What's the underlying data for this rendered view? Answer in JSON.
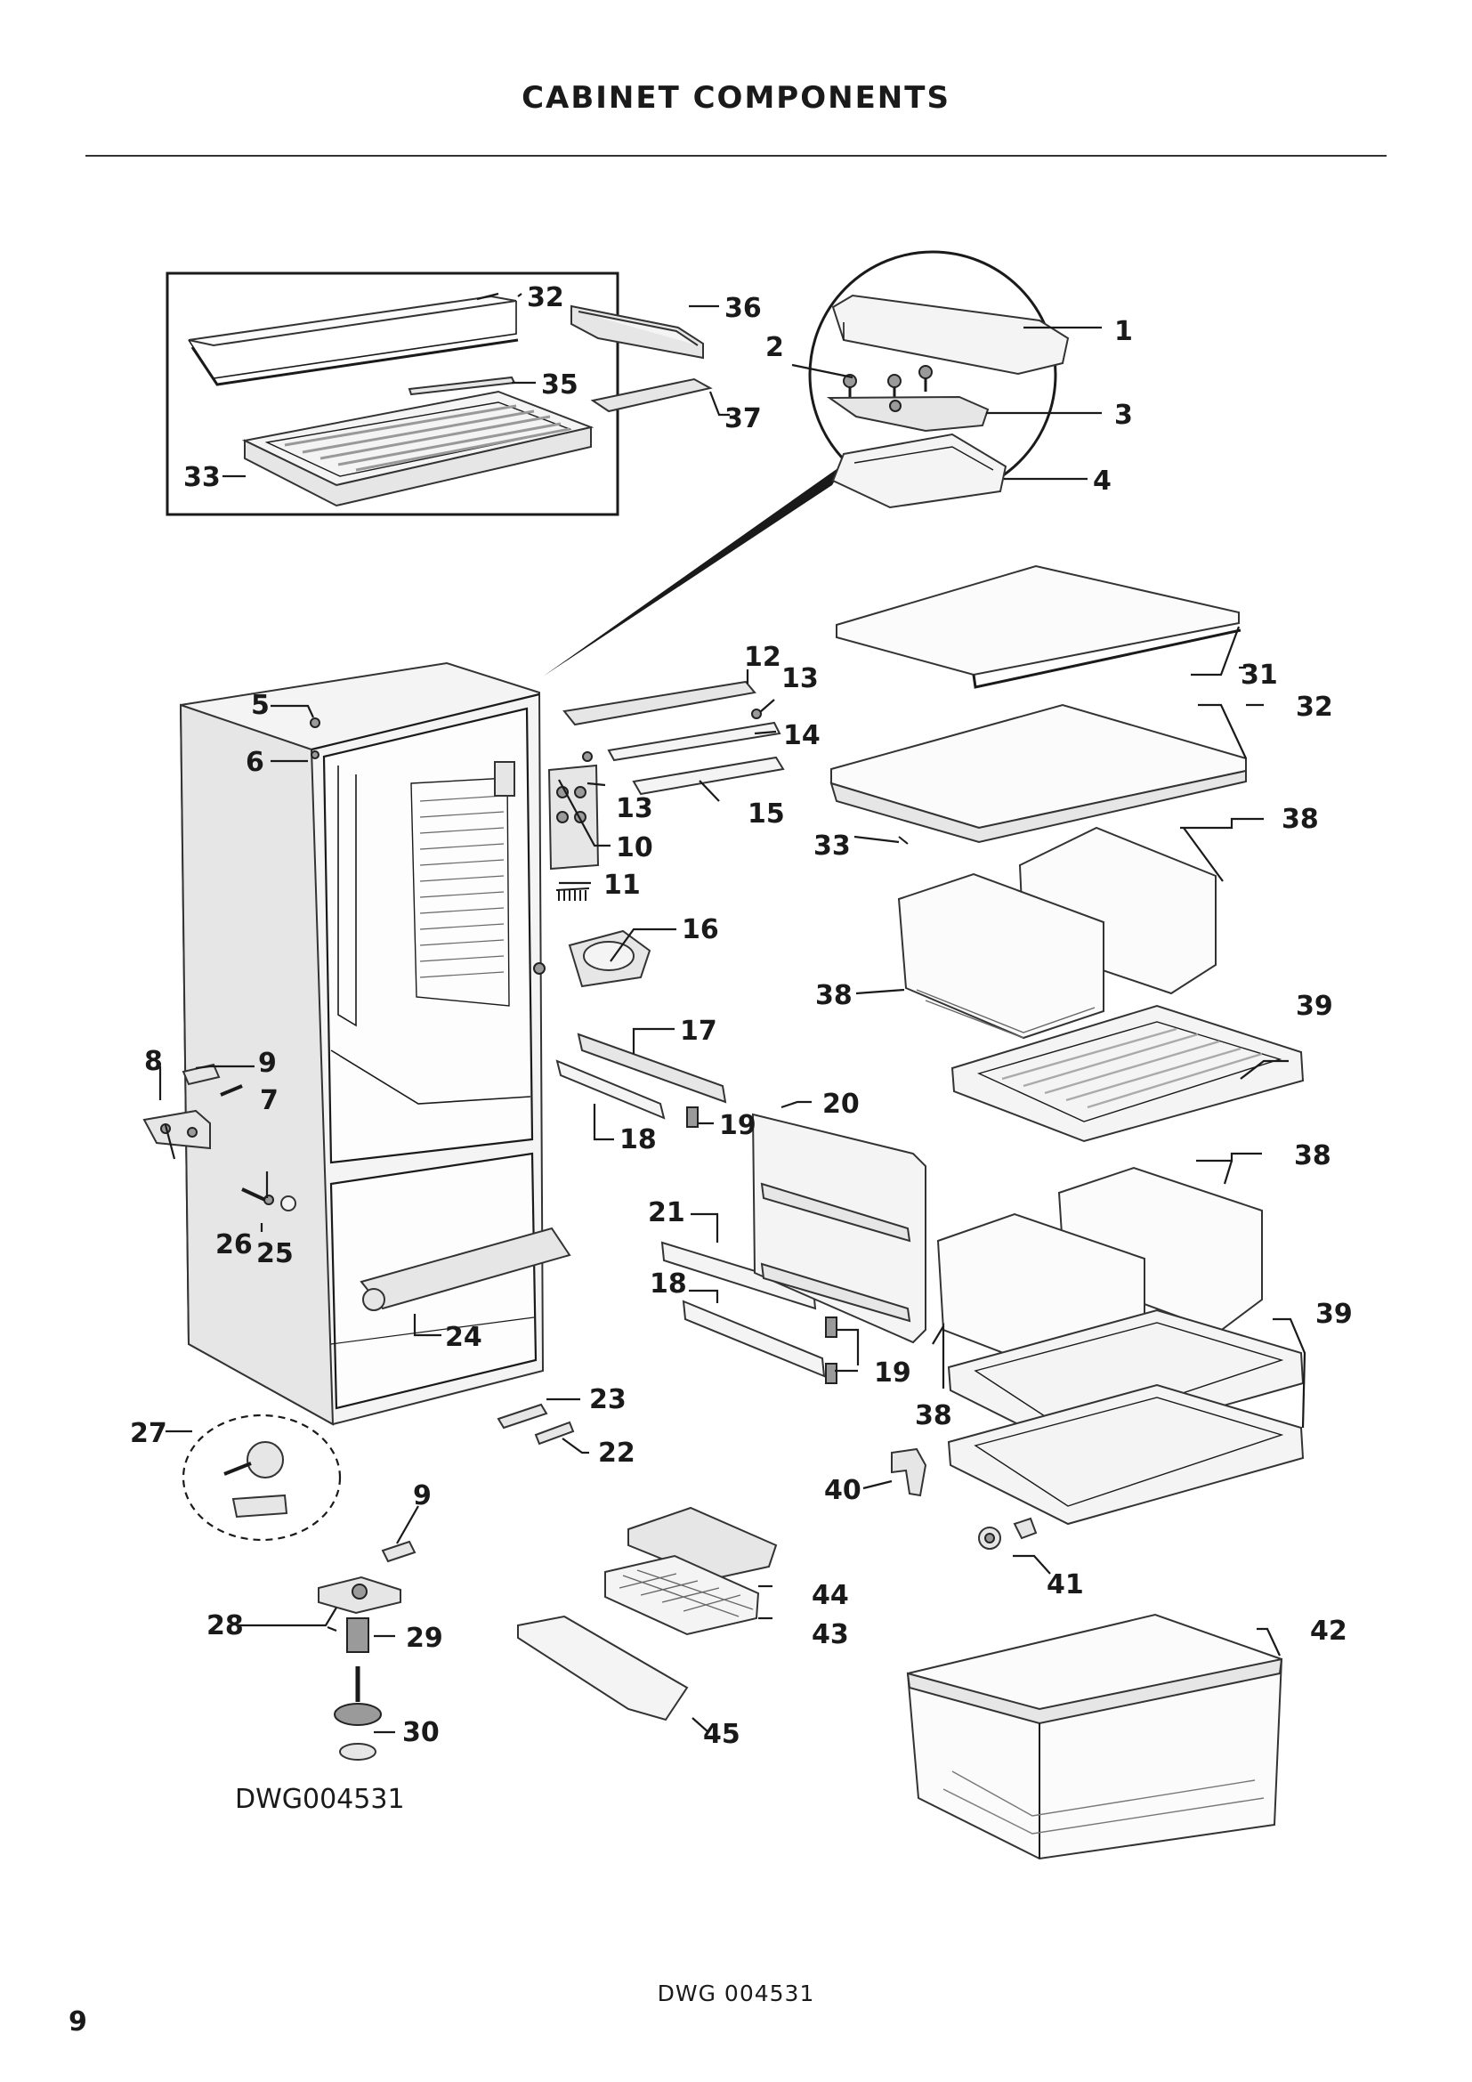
{
  "page": {
    "title": "CABINET COMPONENTS",
    "drawing_caption": "DWG004531",
    "footer_drawing": "DWG 004531",
    "page_number": "9"
  },
  "callouts": [
    {
      "id": "c1",
      "label": "1"
    },
    {
      "id": "c2",
      "label": "2"
    },
    {
      "id": "c3",
      "label": "3"
    },
    {
      "id": "c4",
      "label": "4"
    },
    {
      "id": "c5",
      "label": "5"
    },
    {
      "id": "c6",
      "label": "6"
    },
    {
      "id": "c7",
      "label": "7"
    },
    {
      "id": "c8",
      "label": "8"
    },
    {
      "id": "c9a",
      "label": "9"
    },
    {
      "id": "c9b",
      "label": "9"
    },
    {
      "id": "c10",
      "label": "10"
    },
    {
      "id": "c11",
      "label": "11"
    },
    {
      "id": "c12",
      "label": "12"
    },
    {
      "id": "c13a",
      "label": "13"
    },
    {
      "id": "c13b",
      "label": "13"
    },
    {
      "id": "c14",
      "label": "14"
    },
    {
      "id": "c15",
      "label": "15"
    },
    {
      "id": "c16",
      "label": "16"
    },
    {
      "id": "c17",
      "label": "17"
    },
    {
      "id": "c18a",
      "label": "18"
    },
    {
      "id": "c18b",
      "label": "18"
    },
    {
      "id": "c19a",
      "label": "19"
    },
    {
      "id": "c19b",
      "label": "19"
    },
    {
      "id": "c20",
      "label": "20"
    },
    {
      "id": "c21",
      "label": "21"
    },
    {
      "id": "c22",
      "label": "22"
    },
    {
      "id": "c23",
      "label": "23"
    },
    {
      "id": "c24",
      "label": "24"
    },
    {
      "id": "c25",
      "label": "25"
    },
    {
      "id": "c26",
      "label": "26"
    },
    {
      "id": "c27",
      "label": "27"
    },
    {
      "id": "c28",
      "label": "28"
    },
    {
      "id": "c29",
      "label": "29"
    },
    {
      "id": "c30",
      "label": "30"
    },
    {
      "id": "c31",
      "label": "31"
    },
    {
      "id": "c32a",
      "label": "32"
    },
    {
      "id": "c32b",
      "label": "32"
    },
    {
      "id": "c33a",
      "label": "33"
    },
    {
      "id": "c33b",
      "label": "33"
    },
    {
      "id": "c35",
      "label": "35"
    },
    {
      "id": "c36",
      "label": "36"
    },
    {
      "id": "c37",
      "label": "37"
    },
    {
      "id": "c38a",
      "label": "38"
    },
    {
      "id": "c38b",
      "label": "38"
    },
    {
      "id": "c38c",
      "label": "38"
    },
    {
      "id": "c38d",
      "label": "38"
    },
    {
      "id": "c39a",
      "label": "39"
    },
    {
      "id": "c39b",
      "label": "39"
    },
    {
      "id": "c40",
      "label": "40"
    },
    {
      "id": "c41",
      "label": "41"
    },
    {
      "id": "c42",
      "label": "42"
    },
    {
      "id": "c43",
      "label": "43"
    },
    {
      "id": "c44",
      "label": "44"
    },
    {
      "id": "c45",
      "label": "45"
    }
  ]
}
